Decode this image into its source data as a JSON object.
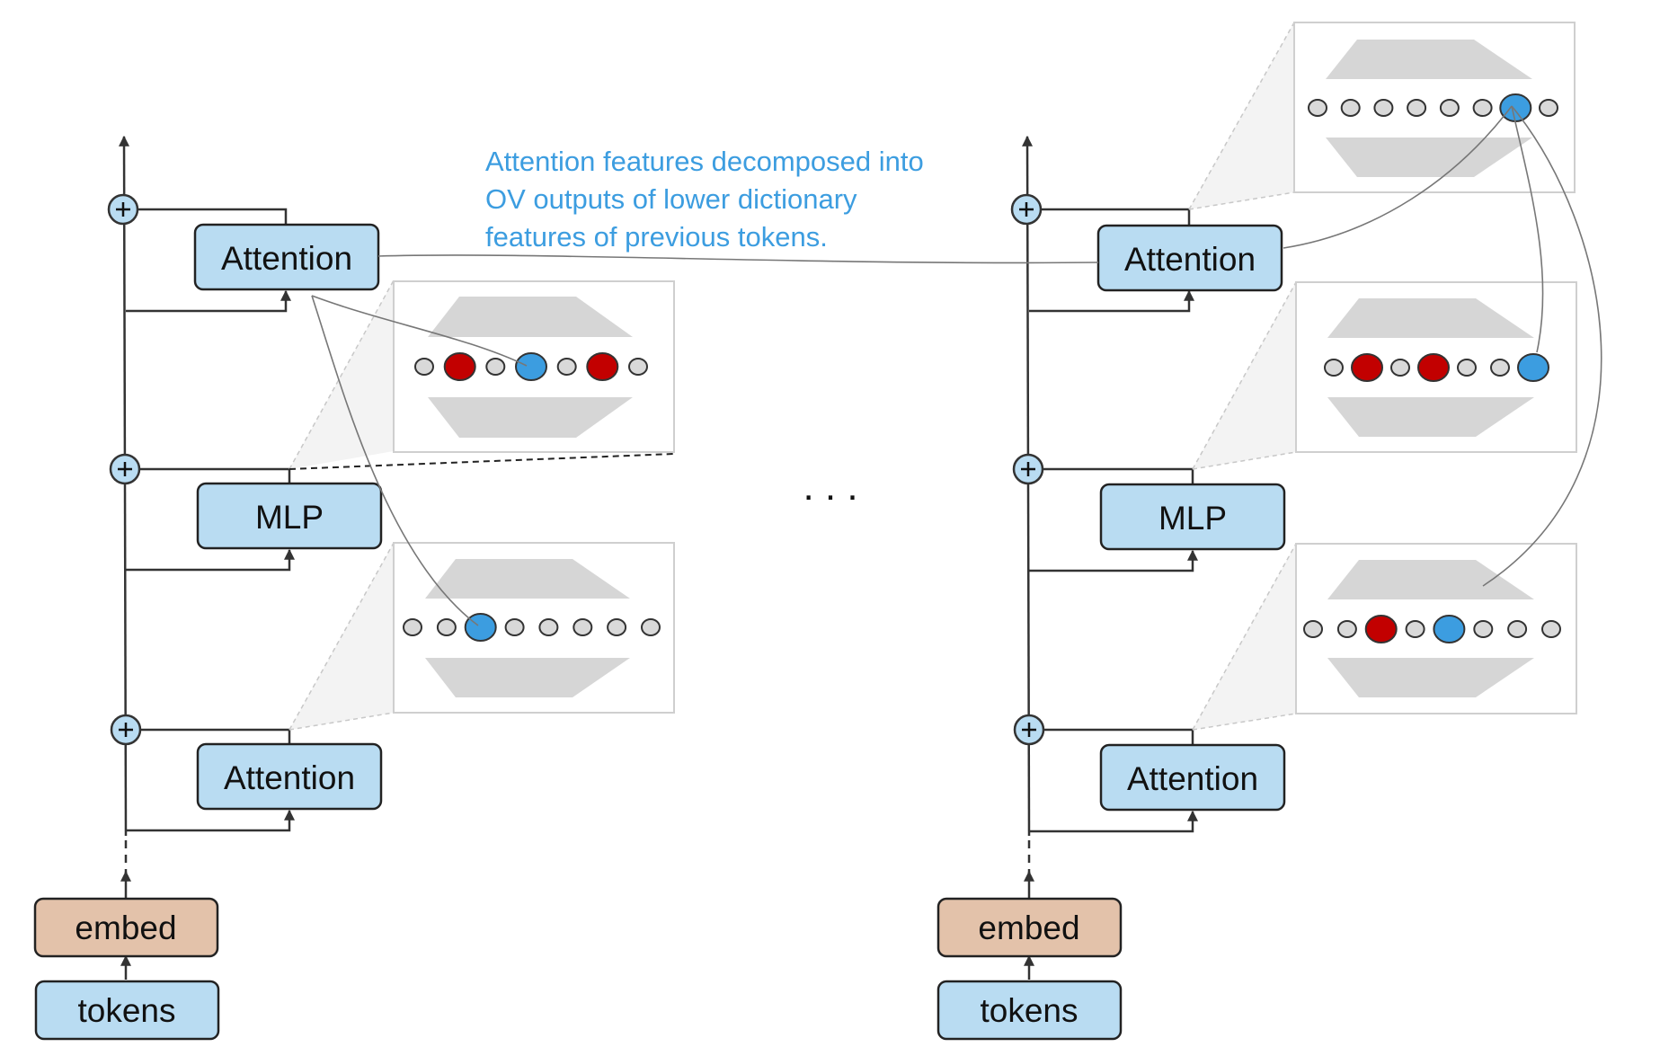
{
  "caption": {
    "lines": [
      "Attention features decomposed into",
      "OV outputs of lower dictionary",
      "features of previous tokens."
    ]
  },
  "ellipsis": ". . .",
  "columns": [
    {
      "name": "left",
      "blocks": [
        {
          "id": "top",
          "label": "Attention",
          "kind": "layer"
        },
        {
          "id": "mid",
          "label": "MLP",
          "kind": "layer"
        },
        {
          "id": "bot",
          "label": "Attention",
          "kind": "layer"
        },
        {
          "id": "embed",
          "label": "embed",
          "kind": "embed"
        },
        {
          "id": "tokens",
          "label": "tokens",
          "kind": "layer"
        }
      ],
      "dictionaries": [
        {
          "at": "mid",
          "features": [
            "inactive",
            "active-red",
            "inactive",
            "highlighted-blue",
            "inactive",
            "active-red",
            "inactive"
          ]
        },
        {
          "at": "bot",
          "features": [
            "inactive",
            "inactive",
            "highlighted-blue",
            "inactive",
            "inactive",
            "inactive",
            "inactive",
            "inactive"
          ]
        }
      ]
    },
    {
      "name": "right",
      "blocks": [
        {
          "id": "top",
          "label": "Attention",
          "kind": "layer"
        },
        {
          "id": "mid",
          "label": "MLP",
          "kind": "layer"
        },
        {
          "id": "bot",
          "label": "Attention",
          "kind": "layer"
        },
        {
          "id": "embed",
          "label": "embed",
          "kind": "embed"
        },
        {
          "id": "tokens",
          "label": "tokens",
          "kind": "layer"
        }
      ],
      "dictionaries": [
        {
          "at": "top",
          "features": [
            "inactive",
            "inactive",
            "inactive",
            "inactive",
            "inactive",
            "inactive",
            "highlighted-blue",
            "inactive"
          ]
        },
        {
          "at": "mid",
          "features": [
            "inactive",
            "active-red",
            "inactive",
            "active-red",
            "inactive",
            "inactive",
            "highlighted-blue"
          ]
        },
        {
          "at": "bot",
          "features": [
            "inactive",
            "inactive",
            "active-red",
            "inactive",
            "highlighted-blue",
            "inactive",
            "inactive",
            "inactive"
          ]
        }
      ]
    }
  ],
  "colors": {
    "layer_fill": "#b9dcf2",
    "embed_fill": "#e3c2aa",
    "feature_blue": "#3c9de0",
    "feature_red": "#c20000",
    "feature_inactive": "#d9d9d9",
    "caption": "#3c9de0",
    "lines": "#333333"
  }
}
